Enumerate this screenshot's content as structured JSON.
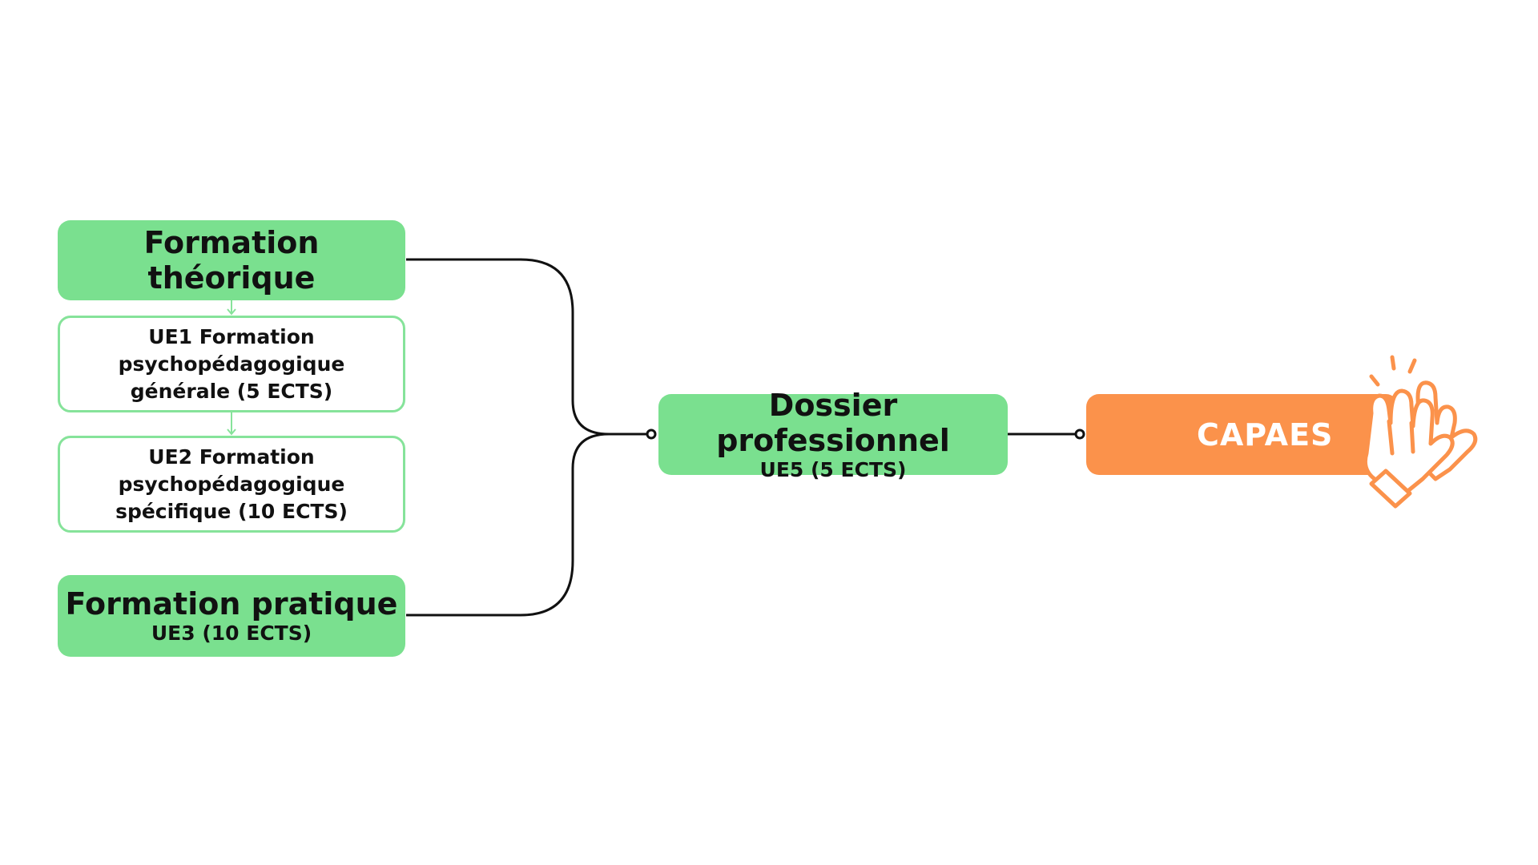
{
  "diagram": {
    "nodes": {
      "formation_theorique": {
        "title": "Formation théorique"
      },
      "ue1": {
        "text": "UE1 Formation psychopédagogique générale (5 ECTS)"
      },
      "ue2": {
        "text": "UE2 Formation psychopédagogique spécifique (10 ECTS)"
      },
      "formation_pratique": {
        "title": "Formation pratique",
        "subtitle": "UE3 (10 ECTS)"
      },
      "dossier": {
        "title": "Dossier professionnel",
        "subtitle": "UE5 (5 ECTS)"
      },
      "capaes": {
        "title": "CAPAES"
      }
    },
    "edges": [
      {
        "from": "formation_theorique",
        "to": "ue1"
      },
      {
        "from": "ue1",
        "to": "ue2"
      },
      {
        "from": "formation_theorique",
        "to": "dossier"
      },
      {
        "from": "formation_pratique",
        "to": "dossier"
      },
      {
        "from": "dossier",
        "to": "capaes"
      }
    ],
    "colors": {
      "green_fill": "#7ae08f",
      "green_outline": "#86e39a",
      "orange_fill": "#fb924b",
      "connector": "#111111"
    },
    "icons": [
      "high-five-hands-icon"
    ]
  }
}
